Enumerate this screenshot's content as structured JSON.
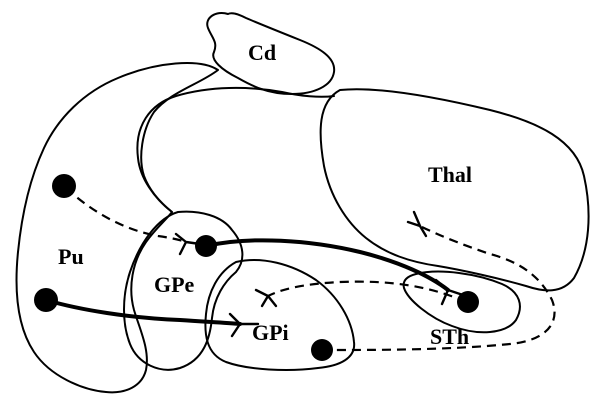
{
  "labels": {
    "cd": "Cd",
    "thal": "Thal",
    "pu": "Pu",
    "gpe": "GPe",
    "gpi": "GPi",
    "sth": "STh"
  }
}
